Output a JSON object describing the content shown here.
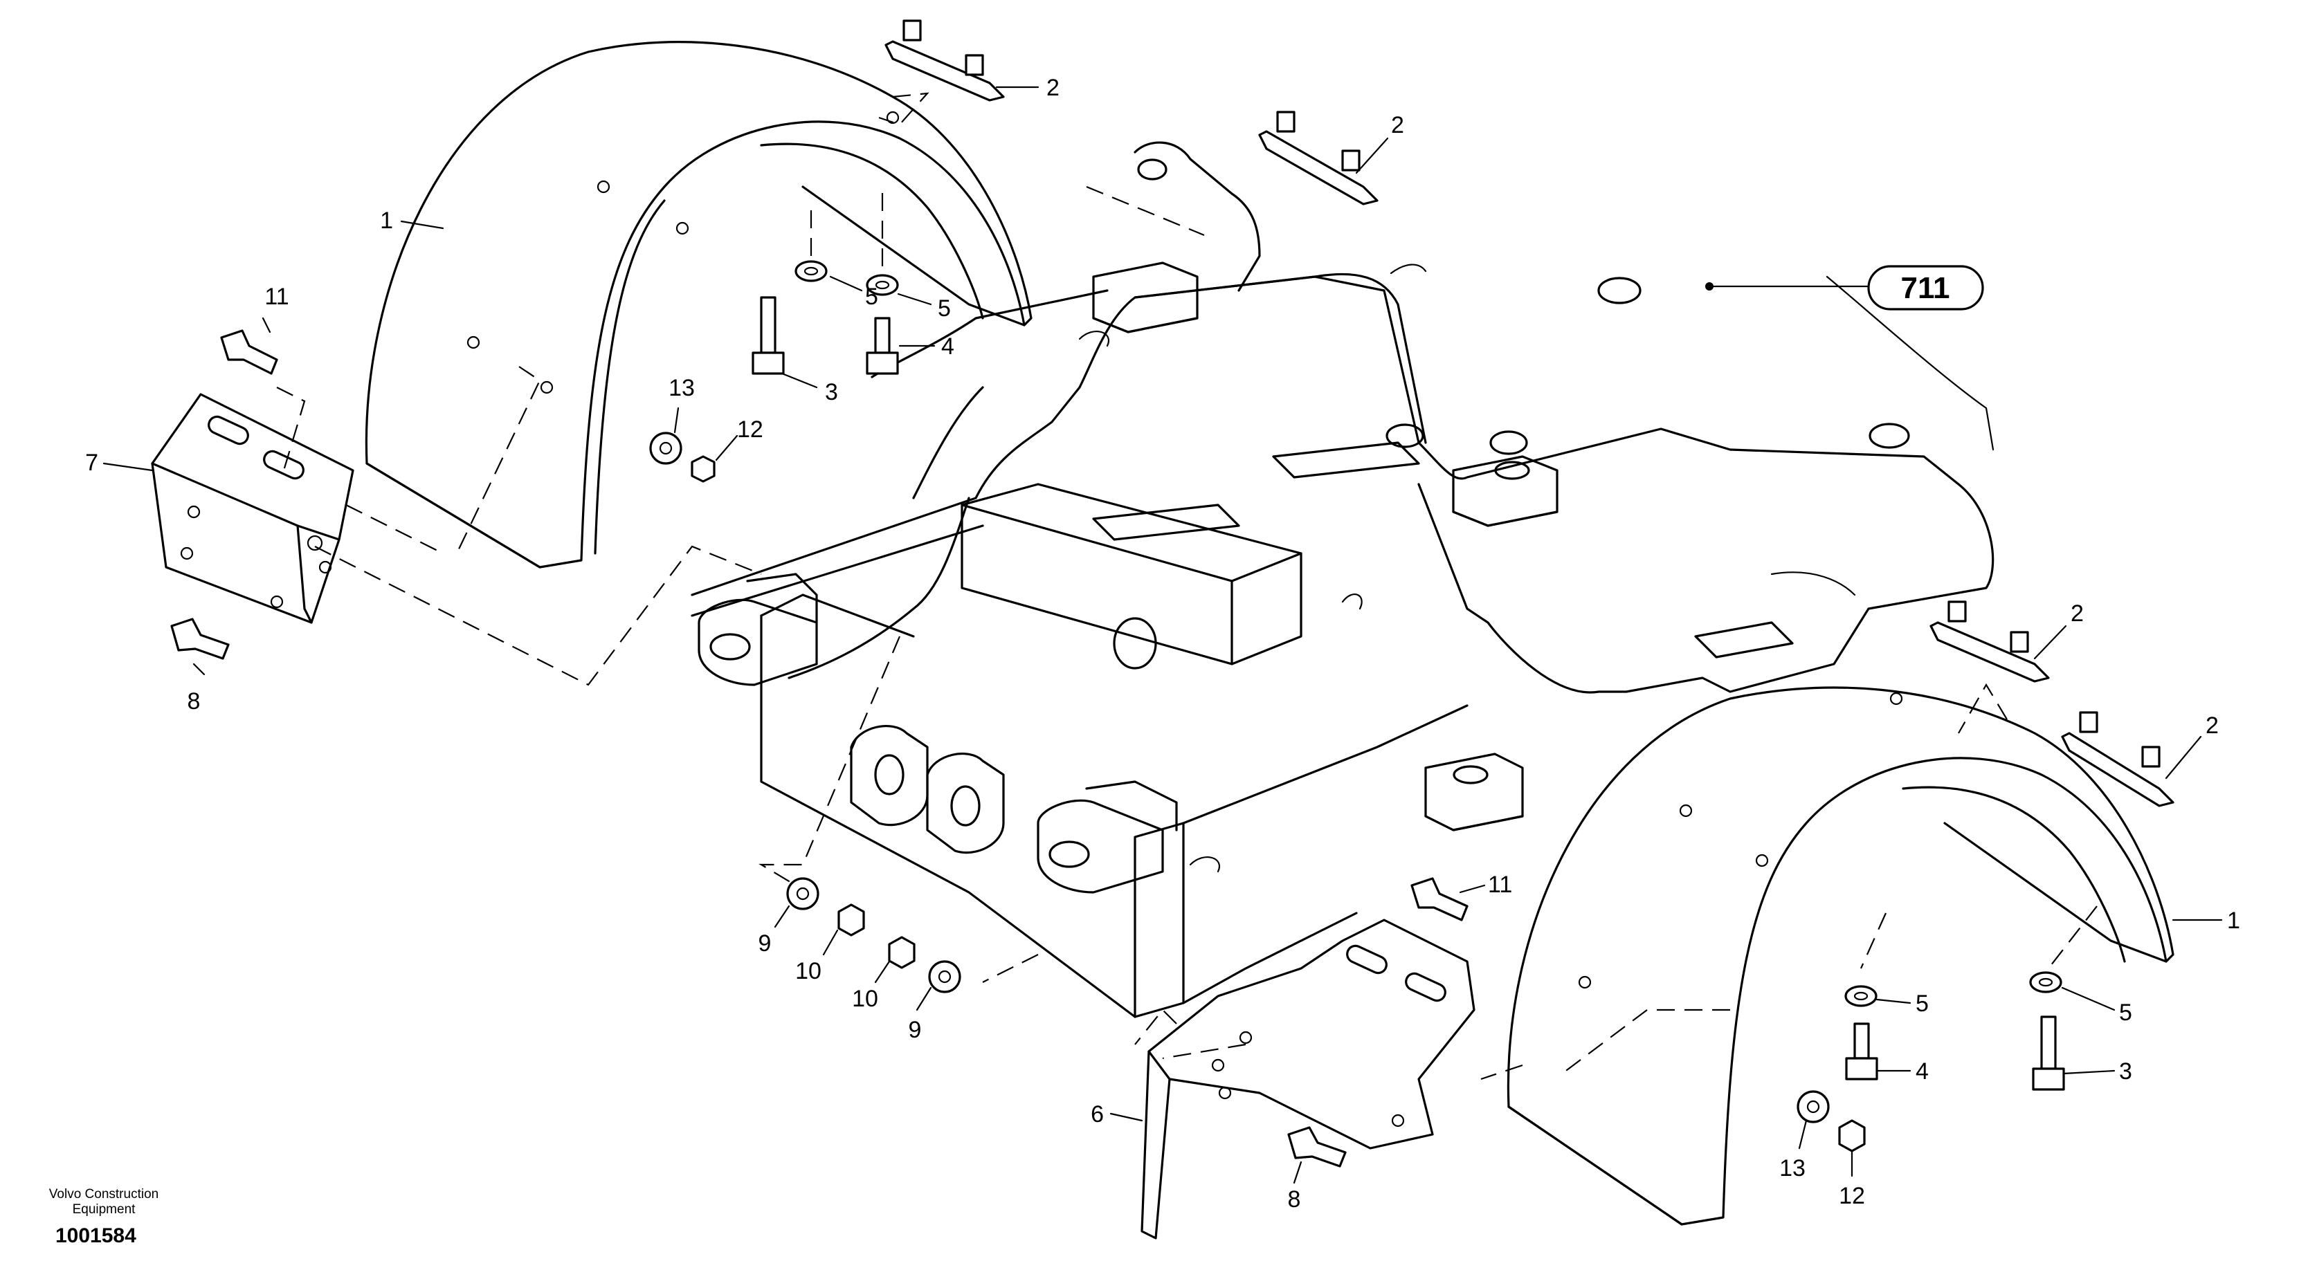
{
  "diagram": {
    "reference_label": "711",
    "callouts": [
      {
        "id": "c-1-left",
        "text": "1"
      },
      {
        "id": "c-2-top-left",
        "text": "2"
      },
      {
        "id": "c-2-top-center",
        "text": "2"
      },
      {
        "id": "c-2-right-upper",
        "text": "2"
      },
      {
        "id": "c-2-right-lower",
        "text": "2"
      },
      {
        "id": "c-5-left-a",
        "text": "5"
      },
      {
        "id": "c-5-left-b",
        "text": "5"
      },
      {
        "id": "c-4-left",
        "text": "4"
      },
      {
        "id": "c-3-left",
        "text": "3"
      },
      {
        "id": "c-11-left",
        "text": "11"
      },
      {
        "id": "c-13-left",
        "text": "13"
      },
      {
        "id": "c-12-left",
        "text": "12"
      },
      {
        "id": "c-7",
        "text": "7"
      },
      {
        "id": "c-8-left",
        "text": "8"
      },
      {
        "id": "c-9-left",
        "text": "9"
      },
      {
        "id": "c-10-left",
        "text": "10"
      },
      {
        "id": "c-10-right",
        "text": "10"
      },
      {
        "id": "c-9-right",
        "text": "9"
      },
      {
        "id": "c-11-right",
        "text": "11"
      },
      {
        "id": "c-1-right",
        "text": "1"
      },
      {
        "id": "c-5-right-a",
        "text": "5"
      },
      {
        "id": "c-5-right-b",
        "text": "5"
      },
      {
        "id": "c-4-right",
        "text": "4"
      },
      {
        "id": "c-3-right",
        "text": "3"
      },
      {
        "id": "c-6",
        "text": "6"
      },
      {
        "id": "c-8-right",
        "text": "8"
      },
      {
        "id": "c-13-right",
        "text": "13"
      },
      {
        "id": "c-12-right",
        "text": "12"
      }
    ]
  },
  "footer": {
    "brand_line1": "Volvo Construction",
    "brand_line2": "Equipment",
    "document_number": "1001584"
  }
}
